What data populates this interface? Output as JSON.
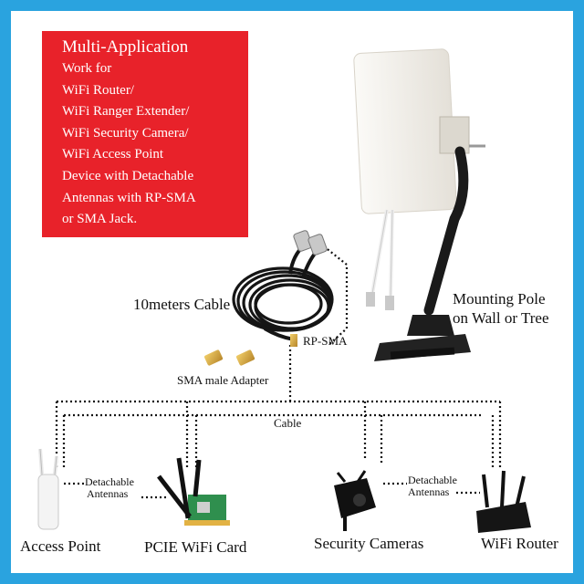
{
  "promo": {
    "title": "Multi-Application",
    "lines": [
      "Work for",
      "WiFi Router/",
      "WiFi Ranger Extender/",
      "WiFi Security Camera/",
      "WiFi Access Point",
      "Device with Detachable",
      "Antennas with RP-SMA",
      "or SMA Jack."
    ]
  },
  "labels": {
    "cable_length": "10meters Cable",
    "mounting_line1": "Mounting Pole",
    "mounting_line2": "on Wall or Tree",
    "rp_sma": "RP-SMA",
    "adapter": "SMA male Adapter",
    "cable": "Cable",
    "detachable_left_1": "Detachable",
    "detachable_left_2": "Antennas",
    "detachable_right_1": "Detachable",
    "detachable_right_2": "Antennas"
  },
  "devices": [
    "Access Point",
    "PCIE WiFi Card",
    "Security Cameras",
    "WiFi Router"
  ],
  "colors": {
    "frame": "#2aa3df",
    "promo_bg": "#e8222a",
    "panel": "#f3f0ea",
    "card_pcb": "#2f8f4e"
  }
}
